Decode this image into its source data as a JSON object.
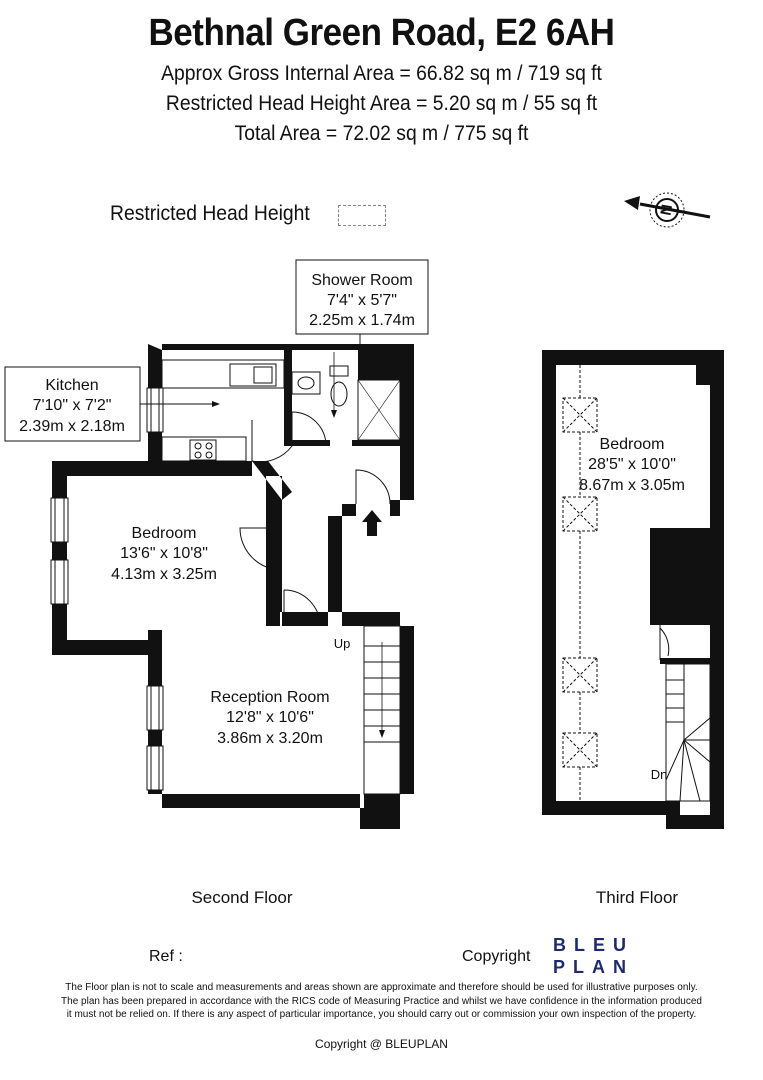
{
  "header": {
    "title": "Bethnal Green Road, E2 6AH",
    "gross_area": "Approx Gross Internal Area = 66.82 sq m / 719 sq ft",
    "restricted_area": "Restricted Head Height Area = 5.20 sq m / 55 sq ft",
    "total_area": "Total Area = 72.02 sq m / 775 sq ft"
  },
  "legend": {
    "restricted_label": "Restricted Head Height"
  },
  "compass": {
    "label": "N"
  },
  "second_floor": {
    "label": "Second Floor",
    "rooms": {
      "shower": {
        "name": "Shower Room",
        "imperial": "7'4\" x 5'7\"",
        "metric": "2.25m x 1.74m"
      },
      "kitchen": {
        "name": "Kitchen",
        "imperial": "7'10\" x 7'2\"",
        "metric": "2.39m x 2.18m"
      },
      "bedroom": {
        "name": "Bedroom",
        "imperial": "13'6\" x 10'8\"",
        "metric": "4.13m x 3.25m"
      },
      "reception": {
        "name": "Reception Room",
        "imperial": "12'8\" x 10'6\"",
        "metric": "3.86m x 3.20m"
      }
    },
    "stair_label": "Up"
  },
  "third_floor": {
    "label": "Third Floor",
    "rooms": {
      "bedroom": {
        "name": "Bedroom",
        "imperial": "28'5\" x 10'0\"",
        "metric": "8.67m x 3.05m"
      }
    },
    "stair_label": "Dn"
  },
  "footer": {
    "ref_label": "Ref :",
    "copyright_label": "Copyright",
    "logo_line1": "BLEU",
    "logo_line2": "PLAN",
    "disclaimer": "The Floor plan is not to scale and measurements and areas shown are approximate and therefore should be used for illustrative purposes only. The plan has been prepared in accordance with the RICS code of Measuring Practice and whilst we have confidence in the information produced it must not be relied on. If there is any aspect of particular importance, you should carry out or commission your own inspection of the property.",
    "copyright_line": "Copyright @ BLEUPLAN"
  }
}
